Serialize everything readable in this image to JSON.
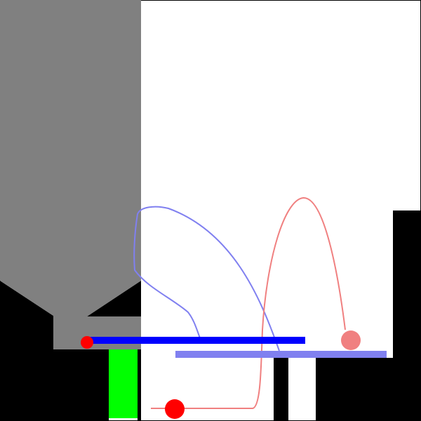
{
  "scene": {
    "colors": {
      "background": "#ffffff",
      "wall": "#000000",
      "funnel": "#808080",
      "goal": "#00ff00",
      "red_ball": "#ff0000",
      "red_ball_ghost": "#f08080",
      "blue_bar": "#0000ff",
      "blue_bar_ghost": "#8080f0",
      "red_path": "#f08080",
      "blue_path": "#8080f0"
    },
    "objects": [
      {
        "name": "funnel",
        "kind": "static-container"
      },
      {
        "name": "goal-zone",
        "kind": "target"
      },
      {
        "name": "red-ball-final",
        "kind": "dynamic-ball",
        "state": "final"
      },
      {
        "name": "red-ball-initial",
        "kind": "dynamic-ball",
        "state": "initial"
      },
      {
        "name": "red-ball-start",
        "kind": "dynamic-ball",
        "state": "start"
      },
      {
        "name": "blue-bar-final",
        "kind": "dynamic-bar",
        "state": "final"
      },
      {
        "name": "blue-bar-initial",
        "kind": "dynamic-bar",
        "state": "initial"
      }
    ]
  }
}
